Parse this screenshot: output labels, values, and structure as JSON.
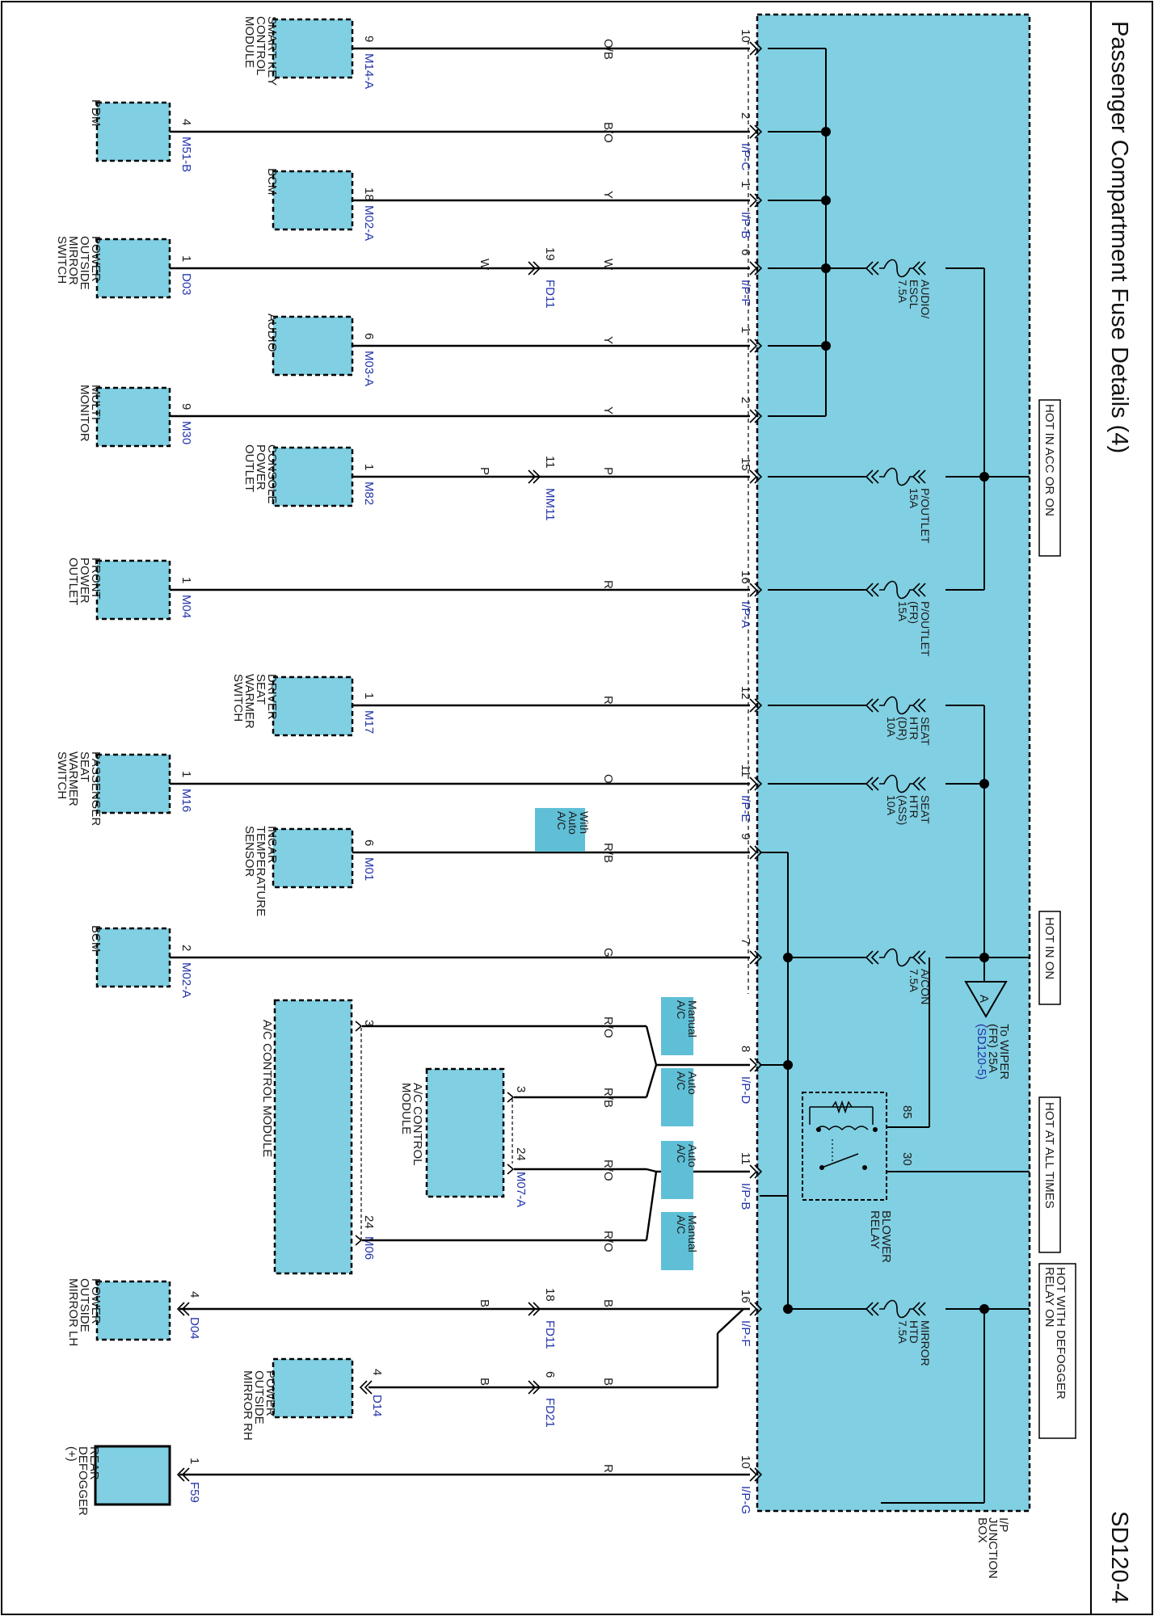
{
  "header": {
    "title": "Passenger Compartment Fuse Details (4)",
    "page_code": "SD120-4"
  },
  "junction_box": {
    "label_line1": "I/P",
    "label_line2": "JUNCTION",
    "label_line3": "BOX"
  },
  "power_labels": {
    "acc_on": "HOT IN ACC OR ON",
    "on": "HOT IN ON",
    "all_times": "HOT AT ALL TIMES",
    "defogger_line1": "HOT WITH DEFOGGER",
    "defogger_line2": "RELAY ON"
  },
  "fuses": [
    {
      "lines": [
        "AUDIO/",
        "ESCL",
        "7.5A"
      ]
    },
    {
      "lines": [
        "P/OUTLET",
        "15A"
      ]
    },
    {
      "lines": [
        "P/OUTLET",
        "(FR)",
        "15A"
      ]
    },
    {
      "lines": [
        "SEAT",
        "HTR",
        "(DR)",
        "10A"
      ]
    },
    {
      "lines": [
        "SEAT",
        "HTR",
        "(ASS)",
        "10A"
      ]
    },
    {
      "lines": [
        "A/CON",
        "7.5A"
      ]
    },
    {
      "lines": [
        "MIRROR",
        "HTD",
        "7.5A"
      ]
    }
  ],
  "relay": {
    "lines": [
      "BLOWER",
      "RELAY"
    ],
    "pin_85": "85",
    "pin_30": "30"
  },
  "wiper_ref": {
    "symbol": "A",
    "line1": "To WIPER",
    "line2": "(FR) 25A",
    "link": "(SD120-5)"
  },
  "pins": [
    {
      "num": "10",
      "conn": ""
    },
    {
      "num": "2",
      "conn": "I/P-C"
    },
    {
      "num": "1",
      "conn": "I/P-B"
    },
    {
      "num": "6",
      "conn": "I/P-F"
    },
    {
      "num": "1",
      "conn": ""
    },
    {
      "num": "2",
      "conn": ""
    },
    {
      "num": "15",
      "conn": ""
    },
    {
      "num": "16",
      "conn": "I/P-A"
    },
    {
      "num": "12",
      "conn": ""
    },
    {
      "num": "11",
      "conn": "I/P-E"
    },
    {
      "num": "9",
      "conn": ""
    },
    {
      "num": "7",
      "conn": ""
    },
    {
      "num": "8",
      "conn": "I/P-D"
    },
    {
      "num": "11",
      "conn": "I/P-B"
    },
    {
      "num": "16",
      "conn": "I/P-F"
    },
    {
      "num": "10",
      "conn": "I/P-G"
    }
  ],
  "wire_colors": [
    "O/B",
    "B/O",
    "Y",
    "W",
    "Y",
    "Y",
    "P",
    "R",
    "R",
    "O",
    "R/B",
    "G",
    "R/O",
    "R/B",
    "R/O",
    "R/O",
    "B",
    "B",
    "R"
  ],
  "inline_connectors": [
    {
      "pin": "19",
      "name": "FD11",
      "wire": "W"
    },
    {
      "pin": "11",
      "name": "MM11",
      "wire": "P"
    },
    {
      "pin": "18",
      "name": "FD11",
      "wire": "B"
    },
    {
      "pin": "6",
      "name": "FD21",
      "wire": "B"
    }
  ],
  "option_tags": [
    {
      "lines": [
        "With",
        "Auto",
        "A/C"
      ]
    },
    {
      "lines": [
        "Manual",
        "A/C"
      ]
    },
    {
      "lines": [
        "Auto",
        "A/C"
      ]
    },
    {
      "lines": [
        "Auto",
        "A/C"
      ]
    },
    {
      "lines": [
        "Manual",
        "A/C"
      ]
    }
  ],
  "components": [
    {
      "lines": [
        "SMART KEY",
        "CONTROL",
        "MODULE"
      ],
      "pin": "9",
      "conn": "M14-A"
    },
    {
      "lines": [
        "PDM"
      ],
      "pin": "4",
      "conn": "M51-B"
    },
    {
      "lines": [
        "BCM"
      ],
      "pin": "18",
      "conn": "M02-A"
    },
    {
      "lines": [
        "POWER",
        "OUTSIDE",
        "MIRROR",
        "SWITCH"
      ],
      "pin": "1",
      "conn": "D03"
    },
    {
      "lines": [
        "AUDIO"
      ],
      "pin": "6",
      "conn": "M03-A"
    },
    {
      "lines": [
        "MULTI",
        "MONITOR"
      ],
      "pin": "9",
      "conn": "M30"
    },
    {
      "lines": [
        "CONSOLE",
        "POWER",
        "OUTLET"
      ],
      "pin": "1",
      "conn": "M82"
    },
    {
      "lines": [
        "FRONT",
        "POWER",
        "OUTLET"
      ],
      "pin": "1",
      "conn": "M04"
    },
    {
      "lines": [
        "DRIVER",
        "SEAT",
        "WARMER",
        "SWITCH"
      ],
      "pin": "1",
      "conn": "M17"
    },
    {
      "lines": [
        "PASSENGER",
        "SEAT",
        "WARMER",
        "SWITCH"
      ],
      "pin": "1",
      "conn": "M16"
    },
    {
      "lines": [
        "INCAR",
        "TEMPERATURE",
        "SENSOR"
      ],
      "pin": "6",
      "conn": "M01"
    },
    {
      "lines": [
        "BCM"
      ],
      "pin": "2",
      "conn": "M02-A"
    },
    {
      "lines": [
        "A/C CONTROL MODULE"
      ],
      "pin_top": "3",
      "pin": "24",
      "conn": "M06"
    },
    {
      "lines": [
        "A/C CONTROL",
        "MODULE"
      ],
      "pin_top": "3",
      "pin": "24",
      "conn": "M07-A"
    },
    {
      "lines": [
        "POWER",
        "OUTSIDE",
        "MIRROR LH"
      ],
      "pin": "4",
      "conn": "D04"
    },
    {
      "lines": [
        "POWER",
        "OUTSIDE",
        "MIRROR RH"
      ],
      "pin": "4",
      "conn": "D14"
    },
    {
      "lines": [
        "REAR",
        "DEFOGGER",
        "(+)"
      ],
      "pin": "1",
      "conn": "F59"
    }
  ]
}
